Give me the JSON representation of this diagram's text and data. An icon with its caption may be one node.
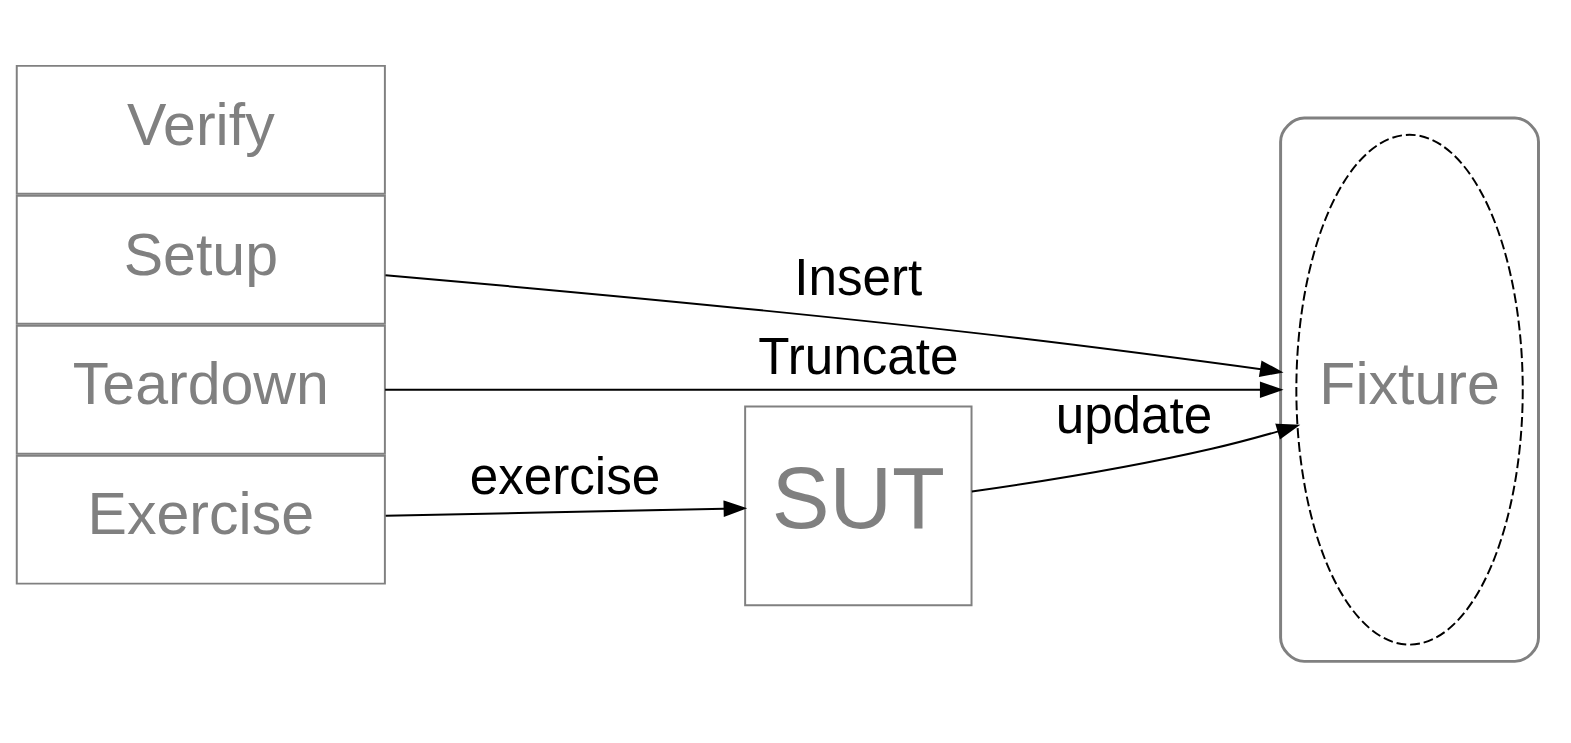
{
  "diagram": {
    "nodes": [
      {
        "text": [
          "Setup"
        ]
      },
      {
        "text": [
          "Exercise"
        ]
      },
      {
        "text": [
          "Verify"
        ]
      },
      {
        "text": [
          "Teardown"
        ]
      },
      {
        "text": [
          "SUT"
        ]
      },
      {
        "text": [],
        "shape": "cylinder"
      },
      {
        "text": [
          "Fixture"
        ],
        "in": 5
      }
    ],
    "edges": [
      {
        "from": 0,
        "to": 5,
        "arrow": "to",
        "label": "Insert"
      },
      {
        "from": 1,
        "to": 4,
        "arrow": "to",
        "label": "exercise"
      },
      {
        "from": 4,
        "to": 6,
        "arrow": "to",
        "label": "update"
      },
      {
        "from": 3,
        "to": 5,
        "arrow": "to",
        "label": "Truncate"
      }
    ]
  }
}
